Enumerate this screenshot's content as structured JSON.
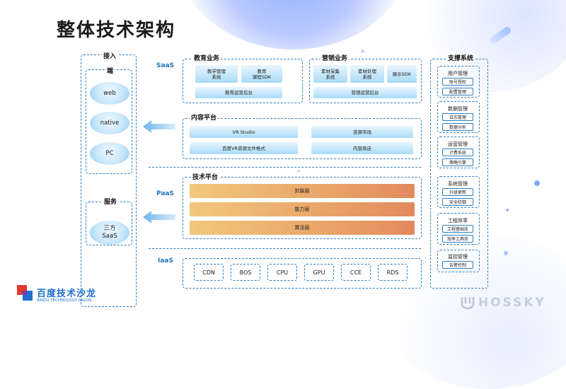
{
  "title": "整体技术架构",
  "layers": {
    "saas": "SaaS",
    "paas": "PaaS",
    "iaas": "IaaS"
  },
  "access": {
    "title": "接入",
    "terminal_title": "端",
    "terminals": [
      "web",
      "native",
      "PC"
    ],
    "service_title": "服务",
    "service_item": "三方\nSaaS"
  },
  "education": {
    "title": "教育业务",
    "items": [
      "教学管理\n系统",
      "教育\n课程SDK"
    ],
    "platform": "教育运营后台"
  },
  "marketing": {
    "title": "营销业务",
    "items": [
      "素材采集\n系统",
      "素材处理\n系统",
      "展示SDK"
    ],
    "platform": "营销运营后台"
  },
  "content": {
    "title": "内容平台",
    "items": [
      "VR Studio",
      "资源市场",
      "百度VR资源文件格式",
      "内容商店"
    ]
  },
  "tech": {
    "title": "技术平台",
    "bars": [
      "封装层",
      "能力层",
      "算法层"
    ]
  },
  "iaas_items": [
    "CDN",
    "BOS",
    "CPU",
    "GPU",
    "CCE",
    "RDS"
  ],
  "support": {
    "title": "支撑系统",
    "groups": [
      {
        "title": "用户管理",
        "items": [
          "账号授权",
          "配置管理"
        ]
      },
      {
        "title": "数据管理",
        "items": [
          "日志管理",
          "数据分析"
        ]
      },
      {
        "title": "运营管理",
        "items": [
          "计费系统",
          "策略引擎"
        ]
      },
      {
        "title": "系统管理",
        "items": [
          "升级更新",
          "安全防御"
        ]
      },
      {
        "title": "工程效率",
        "items": [
          "工程基础库",
          "效率工具库"
        ]
      },
      {
        "title": "监控管理",
        "items": [
          "告警控制"
        ]
      }
    ]
  },
  "brand": {
    "name": "百度技术沙龙",
    "sub": "BAIDU TECHNOLOGY SALON"
  },
  "watermark": "HOSSKY",
  "colors": {
    "accent": "#2f7fbe",
    "layer_label": "#1f78b8",
    "tech_bar": "#e9a468"
  }
}
